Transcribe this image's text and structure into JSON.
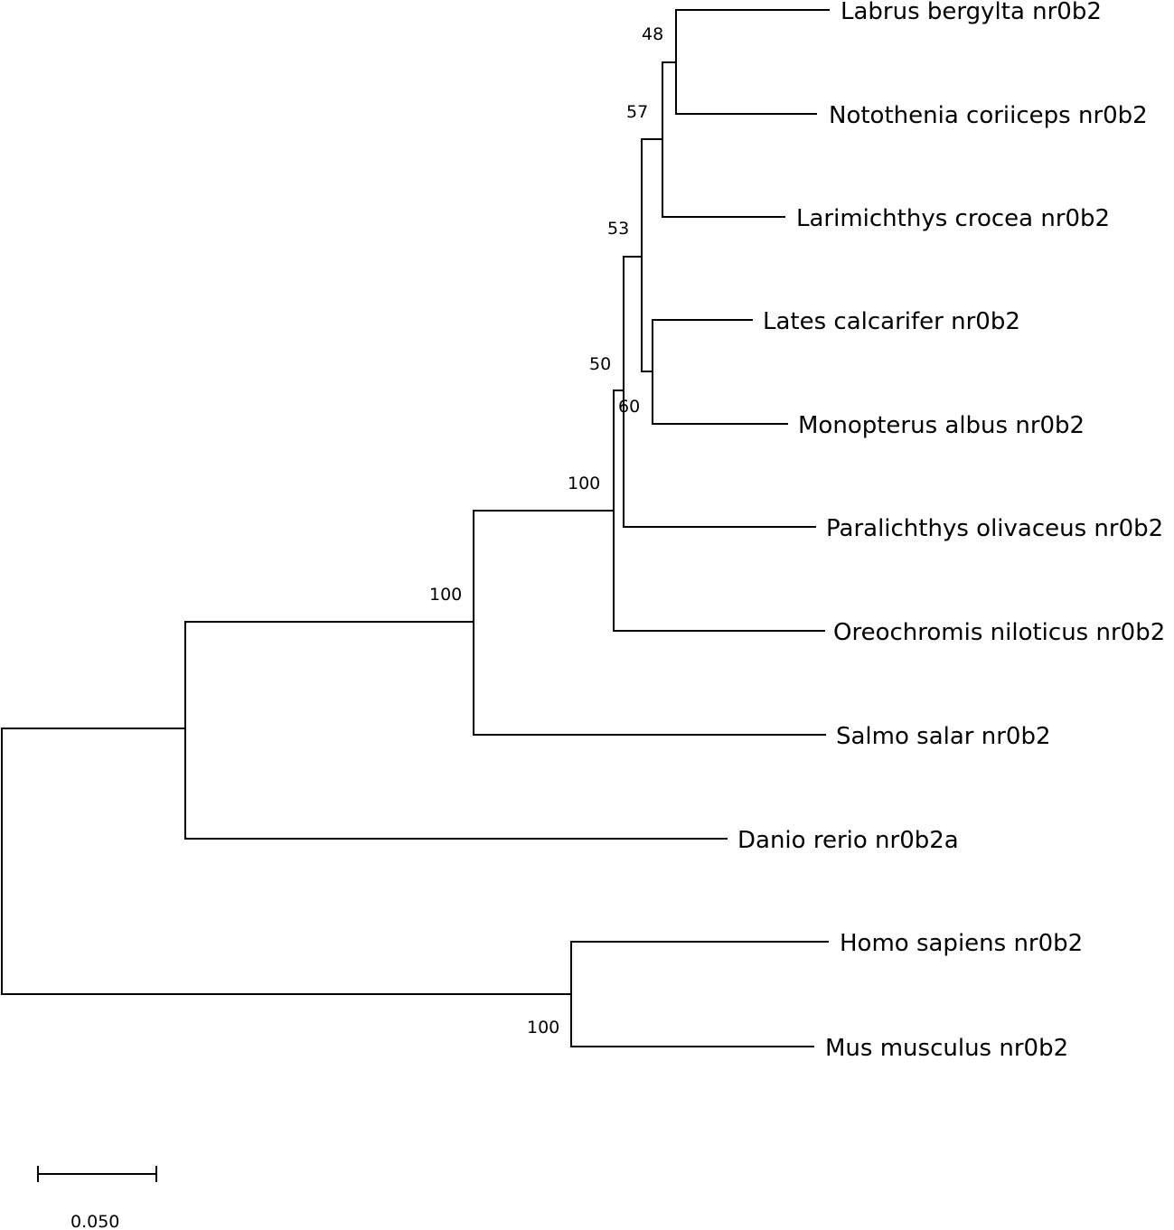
{
  "tree": {
    "taxa": [
      {
        "id": "labrus",
        "label": "Labrus bergylta nr0b2"
      },
      {
        "id": "notothenia",
        "label": "Notothenia coriiceps nr0b2"
      },
      {
        "id": "larimichthys",
        "label": "Larimichthys crocea nr0b2"
      },
      {
        "id": "lates",
        "label": "Lates calcarifer nr0b2"
      },
      {
        "id": "monopterus",
        "label": "Monopterus albus nr0b2"
      },
      {
        "id": "paralichthys",
        "label": "Paralichthys olivaceus nr0b2"
      },
      {
        "id": "oreochromis",
        "label": "Oreochromis niloticus nr0b2"
      },
      {
        "id": "salmo",
        "label": "Salmo salar nr0b2"
      },
      {
        "id": "danio",
        "label": "Danio rerio nr0b2a"
      },
      {
        "id": "homo",
        "label": "Homo sapiens nr0b2"
      },
      {
        "id": "mus",
        "label": "Mus musculus nr0b2"
      }
    ],
    "bootstrap_values": [
      {
        "node": "labrus+notothenia",
        "value": "48"
      },
      {
        "node": "labrus+notothenia+larimichthys",
        "value": "57"
      },
      {
        "node": "lates+monopterus",
        "value": "60"
      },
      {
        "node": "percomorph-core",
        "value": "53"
      },
      {
        "node": "percomorph-core+paralichthys",
        "value": "50"
      },
      {
        "node": "percomorph-all",
        "value": "100"
      },
      {
        "node": "salmo+percomorph",
        "value": "100"
      },
      {
        "node": "homo+mus",
        "value": "100"
      }
    ],
    "scale_bar": {
      "label": "0.050",
      "length": 0.05
    }
  }
}
